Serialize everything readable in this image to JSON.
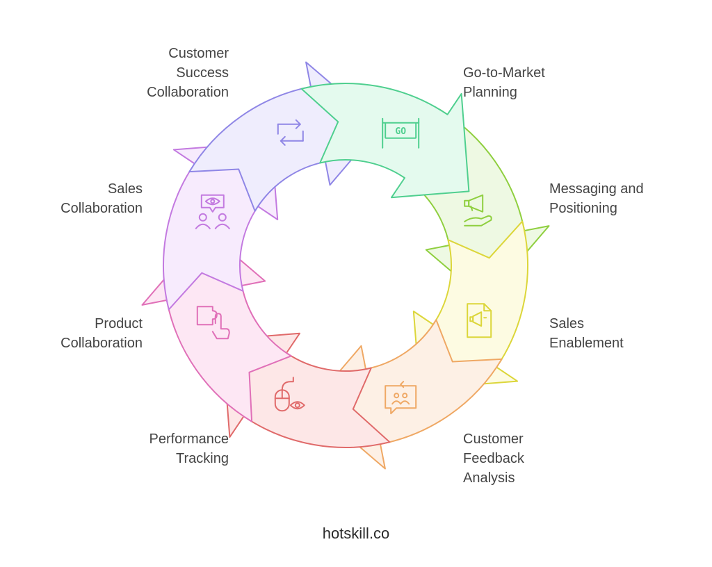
{
  "segments": [
    {
      "label": "Go-to-Market\nPlanning",
      "icon": "go-sign-icon",
      "fill": "#e4faee",
      "stroke": "#4fcf8f"
    },
    {
      "label": "Messaging and\nPositioning",
      "icon": "hand-megaphone-icon",
      "fill": "#eef9e3",
      "stroke": "#8fcf3f"
    },
    {
      "label": "Sales\nEnablement",
      "icon": "megaphone-document-icon",
      "fill": "#fdfbe2",
      "stroke": "#dcd63a"
    },
    {
      "label": "Customer\nFeedback\nAnalysis",
      "icon": "feedback-chat-icon",
      "fill": "#fdf0e5",
      "stroke": "#efa864"
    },
    {
      "label": "Performance\nTracking",
      "icon": "mouse-eye-icon",
      "fill": "#fde7e7",
      "stroke": "#e06a6a"
    },
    {
      "label": "Product\nCollaboration",
      "icon": "puzzle-hand-icon",
      "fill": "#fde7f4",
      "stroke": "#e070b8"
    },
    {
      "label": "Sales\nCollaboration",
      "icon": "team-eye-icon",
      "fill": "#f7ebfd",
      "stroke": "#c37ae0"
    },
    {
      "label": "Customer\nSuccess\nCollaboration",
      "icon": "refresh-chat-icon",
      "fill": "#efedfd",
      "stroke": "#8f86e6"
    }
  ],
  "footer": "hotskill.co"
}
